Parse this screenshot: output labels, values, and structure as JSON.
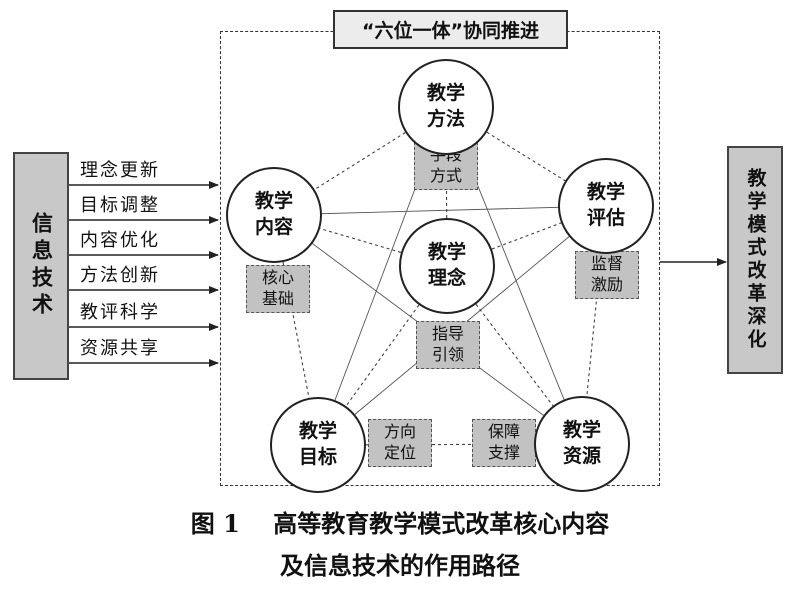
{
  "top_title": "“六位一体”协同推进",
  "left_box": "信息技术",
  "right_box": "教学模式改革深化",
  "levers": [
    "理念更新",
    "目标调整",
    "内容优化",
    "方法创新",
    "教评科学",
    "资源共享"
  ],
  "nodes": {
    "method": {
      "line1": "教学",
      "line2": "方法"
    },
    "content": {
      "line1": "教学",
      "line2": "内容"
    },
    "evaluation": {
      "line1": "教学",
      "line2": "评估"
    },
    "philosophy": {
      "line1": "教学",
      "line2": "理念"
    },
    "objective": {
      "line1": "教学",
      "line2": "目标"
    },
    "resource": {
      "line1": "教学",
      "line2": "资源"
    }
  },
  "tags": {
    "means": {
      "line1": "手段",
      "line2": "方式"
    },
    "core": {
      "line1": "核心",
      "line2": "基础"
    },
    "supervise": {
      "line1": "监督",
      "line2": "激励"
    },
    "guide": {
      "line1": "指导",
      "line2": "引领"
    },
    "direction": {
      "line1": "方向",
      "line2": "定位"
    },
    "support": {
      "line1": "保障",
      "line2": "支撑"
    }
  },
  "caption": {
    "line1": "图 1    高等教育教学模式改革核心内容",
    "line2": "及信息技术的作用路径"
  }
}
